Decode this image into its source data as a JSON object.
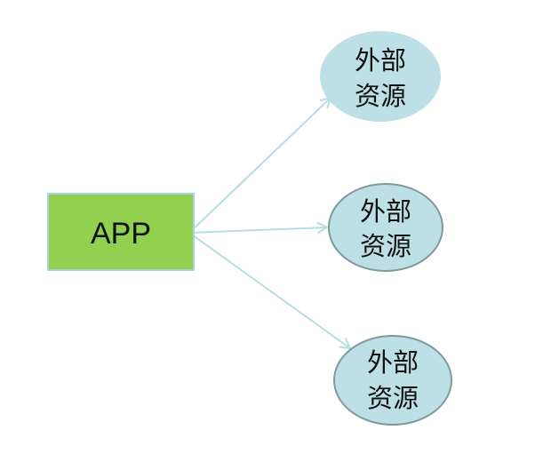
{
  "diagram": {
    "app": {
      "label": "APP",
      "fill": "#92d050",
      "border": "#a8d4e2"
    },
    "resources": [
      {
        "line1": "外部",
        "line2": "资源",
        "fill": "#bde0e6",
        "border": "#bde0e6"
      },
      {
        "line1": "外部",
        "line2": "资源",
        "fill": "#bde0e6",
        "border": "#7f9a9d"
      },
      {
        "line1": "外部",
        "line2": "资源",
        "fill": "#bde0e6",
        "border": "#7f9a9d"
      }
    ],
    "edge_color": "#b7dde2"
  }
}
